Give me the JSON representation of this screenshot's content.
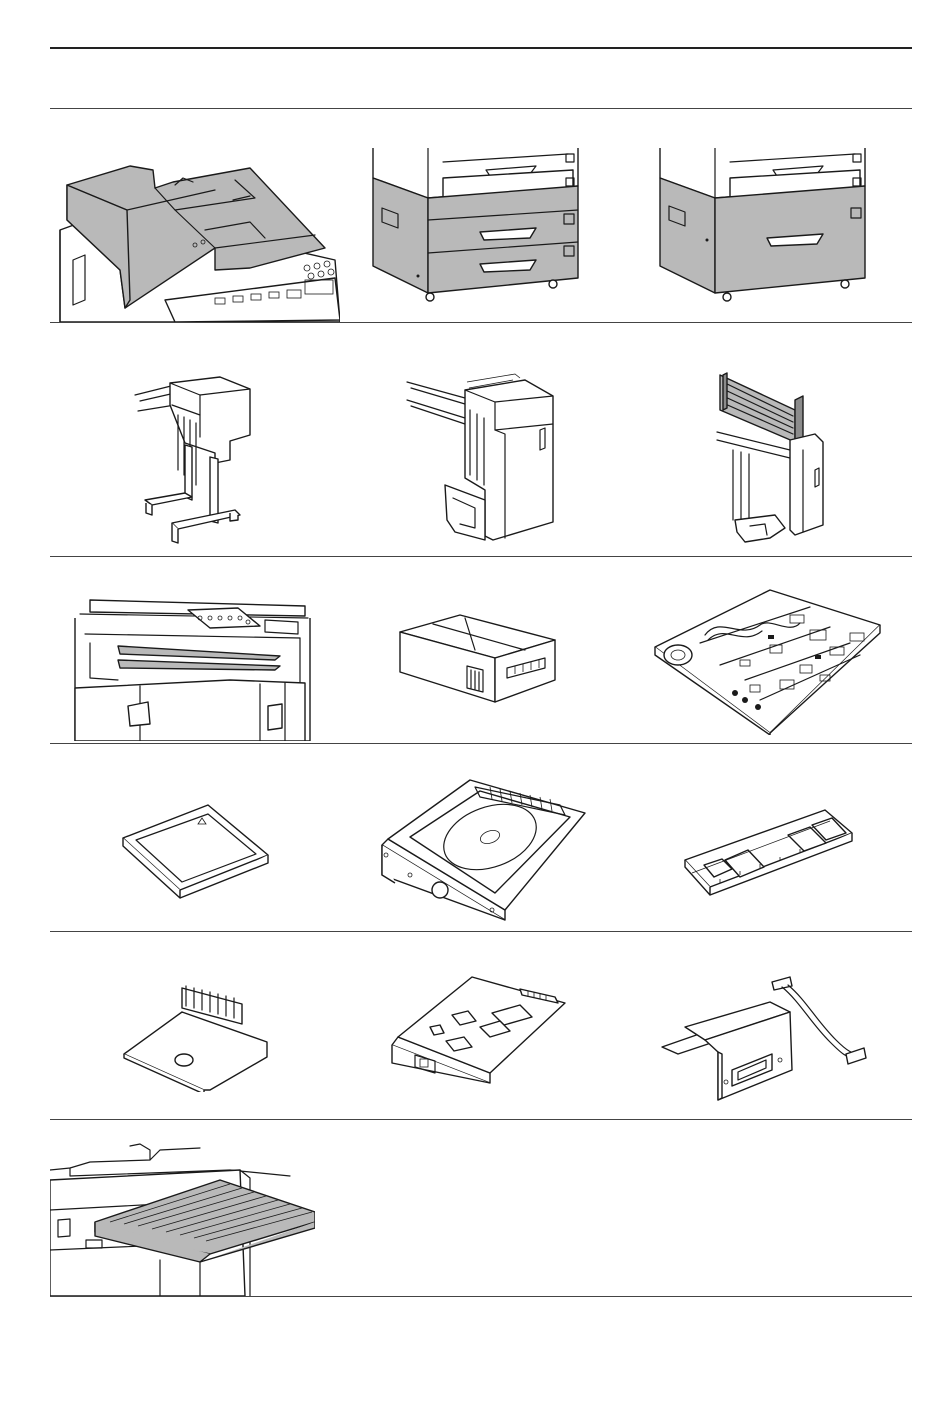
{
  "page": {
    "background": "#ffffff",
    "rule_color": "#222222",
    "shade_color": "#b9b9b9"
  },
  "illustrations": [
    {
      "row": 1,
      "col": 1,
      "icon": "document-processor-icon"
    },
    {
      "row": 1,
      "col": 2,
      "icon": "paper-feeder-three-drawer-icon"
    },
    {
      "row": 1,
      "col": 3,
      "icon": "large-capacity-feeder-icon"
    },
    {
      "row": 2,
      "col": 1,
      "icon": "document-finisher-icon"
    },
    {
      "row": 2,
      "col": 2,
      "icon": "floor-finisher-icon"
    },
    {
      "row": 2,
      "col": 3,
      "icon": "mailbox-finisher-icon"
    },
    {
      "row": 3,
      "col": 1,
      "icon": "job-separator-icon"
    },
    {
      "row": 3,
      "col": 2,
      "icon": "fax-kit-box-icon"
    },
    {
      "row": 3,
      "col": 3,
      "icon": "printer-board-icon"
    },
    {
      "row": 4,
      "col": 1,
      "icon": "compact-flash-card-icon"
    },
    {
      "row": 4,
      "col": 2,
      "icon": "hard-disk-icon"
    },
    {
      "row": 4,
      "col": 3,
      "icon": "memory-dimm-icon"
    },
    {
      "row": 5,
      "col": 1,
      "icon": "security-kit-icon"
    },
    {
      "row": 5,
      "col": 2,
      "icon": "network-interface-card-icon"
    },
    {
      "row": 5,
      "col": 3,
      "icon": "serial-interface-kit-icon"
    },
    {
      "row": 6,
      "col": 1,
      "icon": "key-counter-tray-icon"
    }
  ]
}
